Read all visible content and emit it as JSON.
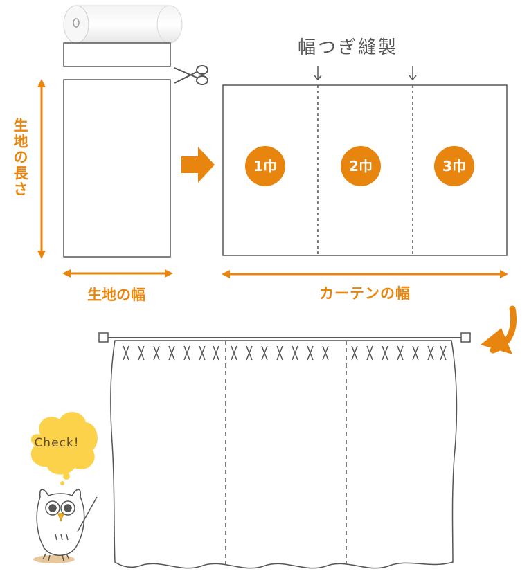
{
  "labels": {
    "fabric_length": "生地の長さ",
    "fabric_width": "生地の幅",
    "seam_title": "幅つぎ縫製",
    "curtain_width": "カーテンの幅",
    "check": "Check!"
  },
  "panels": [
    {
      "label": "1巾"
    },
    {
      "label": "2巾"
    },
    {
      "label": "3巾"
    }
  ],
  "colors": {
    "accent": "#e8850e",
    "line": "#555555",
    "bubble": "#fbd24a"
  },
  "icons": [
    "fabric-roll-icon",
    "scissors-icon",
    "right-arrow-icon",
    "curved-arrow-icon",
    "owl-icon",
    "curtain-rod-icon"
  ]
}
